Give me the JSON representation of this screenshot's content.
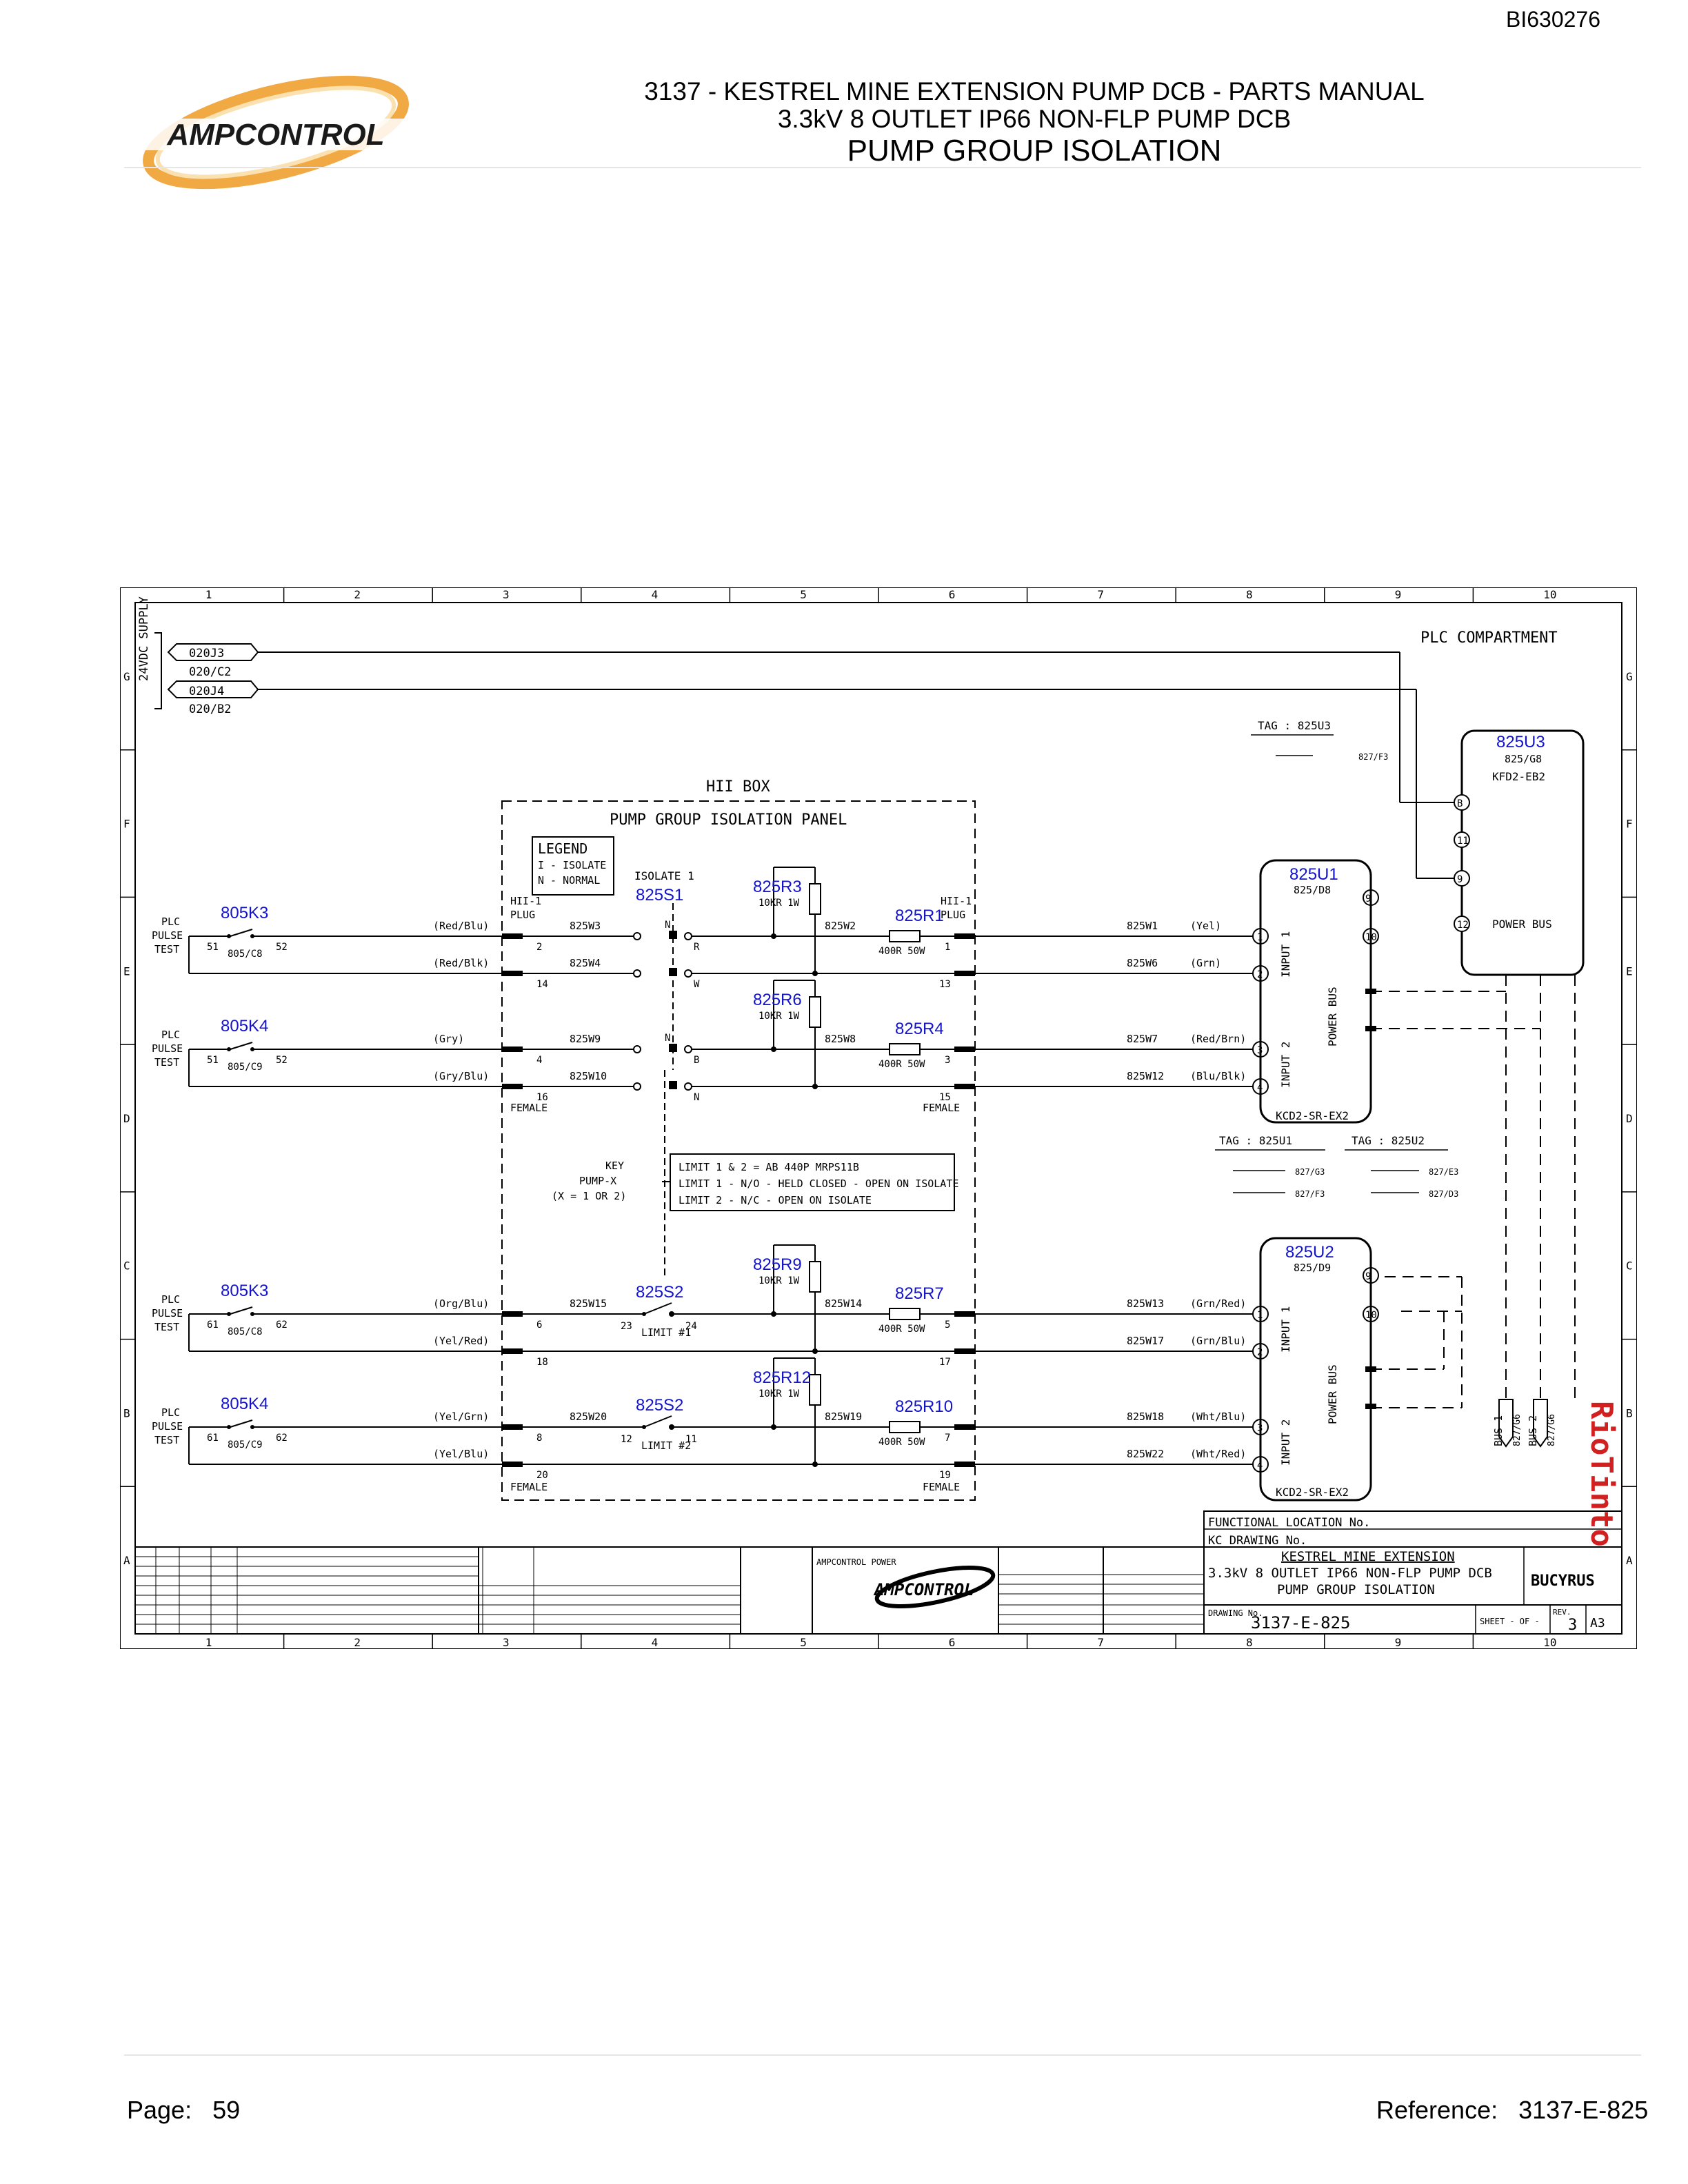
{
  "doc_code": "BI630276",
  "header": {
    "line1": "3137 - KESTREL MINE EXTENSION PUMP DCB - PARTS MANUAL",
    "line2": "3.3kV 8 OUTLET IP66 NON-FLP PUMP DCB",
    "line3": "PUMP GROUP ISOLATION"
  },
  "logo": {
    "text": "AMPCONTROL",
    "accent": "#f0a030"
  },
  "footer": {
    "page_label": "Page:",
    "page_number": "59",
    "ref_label": "Reference:",
    "ref_value": "3137-E-825"
  },
  "grid": {
    "columns": [
      "1",
      "2",
      "3",
      "4",
      "5",
      "6",
      "7",
      "8",
      "9",
      "10"
    ],
    "rows": [
      "G",
      "F",
      "E",
      "D",
      "C",
      "B",
      "A"
    ]
  },
  "supply": {
    "label": "24VDC SUPPLY",
    "wires": [
      {
        "tag": "020J3",
        "ref": "020/C2"
      },
      {
        "tag": "020J4",
        "ref": "020/B2"
      }
    ]
  },
  "areas": {
    "plc": "PLC COMPARTMENT",
    "hii_box": "HII BOX",
    "panel": "PUMP GROUP ISOLATION PANEL"
  },
  "legend": {
    "title": "LEGEND",
    "line1": "I - ISOLATE",
    "line2": "N - NORMAL"
  },
  "devices": {
    "s1": "825S1",
    "s1_label": "ISOLATE 1",
    "s2a": "825S2",
    "s2a_label": "LIMIT #1",
    "s2b": "825S2",
    "s2b_label": "LIMIT #2",
    "r1": "825R1",
    "r1_val": "400R 50W",
    "r3": "825R3",
    "r3_val": "10KR 1W",
    "r4": "825R4",
    "r4_val": "400R 50W",
    "r6": "825R6",
    "r6_val": "10KR 1W",
    "r7": "825R7",
    "r7_val": "400R 50W",
    "r9": "825R9",
    "r9_val": "10KR 1W",
    "r10": "825R10",
    "r10_val": "400R 50W",
    "r12": "825R12",
    "r12_val": "10KR 1W",
    "u1": "825U1",
    "u1_ref": "825/D8",
    "u1_model": "KCD2-SR-EX2",
    "u2": "825U2",
    "u2_ref": "825/D9",
    "u2_model": "KCD2-SR-EX2",
    "u3": "825U3",
    "u3_ref": "825/G8",
    "u3_model": "KFD2-EB2",
    "k3a": "805K3",
    "k3a_ref": "805/C8",
    "k4a": "805K4",
    "k4a_ref": "805/C9",
    "k3b": "805K3",
    "k3b_ref": "805/C8",
    "k4b": "805K4",
    "k4b_ref": "805/C9"
  },
  "plug": {
    "hii": "HII-1",
    "plug": "PLUG",
    "female": "FEMALE"
  },
  "plc_pulse": [
    "PLC",
    "PULSE",
    "TEST"
  ],
  "key_note": {
    "l1": "KEY",
    "l2": "PUMP-X",
    "l3": "(X = 1 OR 2)"
  },
  "limit_note": {
    "l1": "LIMIT 1 & 2 = AB 440P MRPS11B",
    "l2": "LIMIT 1 - N/O - HELD CLOSED - OPEN ON ISOLATE",
    "l3": "LIMIT 2 - N/C - OPEN ON ISOLATE"
  },
  "wires": {
    "w1": "825W1",
    "w2": "825W2",
    "w3": "825W3",
    "w4": "825W4",
    "w6": "825W6",
    "w7": "825W7",
    "w8": "825W8",
    "w9": "825W9",
    "w10": "825W10",
    "w12": "825W12",
    "w13": "825W13",
    "w14": "825W14",
    "w15": "825W15",
    "w17": "825W17",
    "w18": "825W18",
    "w19": "825W19",
    "w20": "825W20",
    "w22": "825W22"
  },
  "colors_lbl": {
    "redblu": "(Red/Blu)",
    "redblk": "(Red/Blk)",
    "gry": "(Gry)",
    "grybl": "(Gry/Blu)",
    "orgblu": "(Org/Blu)",
    "yelred": "(Yel/Red)",
    "yelgrn": "(Yel/Grn)",
    "yelblu": "(Yel/Blu)",
    "yel": "(Yel)",
    "grn": "(Grn)",
    "redbrn": "(Red/Brn)",
    "blublk": "(Blu/Blk)",
    "grnred": "(Grn/Red)",
    "grnblu": "(Grn/Blu)",
    "whtblu": "(Wht/Blu)",
    "whtred": "(Wht/Red)"
  },
  "tags": {
    "t1": "TAG : 825U3",
    "t1c": "827/F3",
    "t2": "TAG : 825U1",
    "t2a": "827/G3",
    "t2b": "827/F3",
    "t3": "TAG : 825U2",
    "t3a": "827/E3",
    "t3b": "827/D3"
  },
  "module": {
    "input1": "INPUT 1",
    "input2": "INPUT 2",
    "power_bus": "POWER BUS"
  },
  "bus": {
    "bus1": "BUS 1",
    "bus2": "BUS 2",
    "ref": "827/G6"
  },
  "title_block": {
    "func_loc": "FUNCTIONAL LOCATION No.",
    "kc_dwg": "KC DRAWING No.",
    "t1": "KESTREL MINE EXTENSION",
    "t2": "3.3kV 8 OUTLET IP66 NON-FLP PUMP DCB",
    "t3": "PUMP GROUP ISOLATION",
    "dwg_label": "DRAWING No.",
    "dwg_no": "3137-E-825",
    "sheet": "SHEET - OF -",
    "rev_label": "REV.",
    "rev": "3",
    "size": "A3",
    "bucyrus": "BUCYRUS",
    "riotinto": "RioTinto",
    "company": "AMPCONTROL POWER"
  }
}
